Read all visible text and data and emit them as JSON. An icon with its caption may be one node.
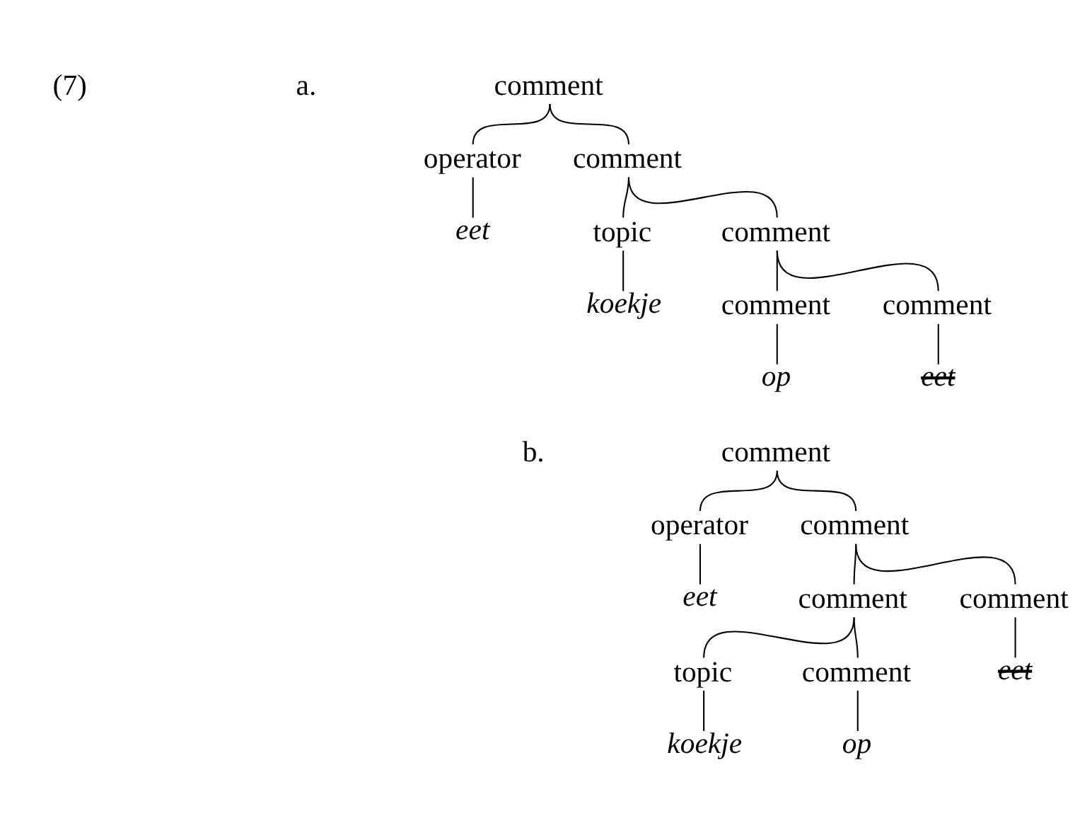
{
  "diagram": {
    "nodes": [
      {
        "text": [
          "comment"
        ]
      },
      {
        "text": [
          "operator"
        ]
      },
      {
        "text": [
          "comment"
        ]
      },
      {
        "text": [
          "eet"
        ]
      },
      {
        "text": [
          "topic"
        ]
      },
      {
        "text": [
          "comment"
        ]
      },
      {
        "text": [
          "koekje"
        ]
      },
      {
        "text": [
          "comment"
        ]
      },
      {
        "text": [
          "comment"
        ]
      },
      {
        "text": [
          "op"
        ]
      },
      {
        "text": [
          "eet"
        ]
      },
      {
        "text": [
          "comment"
        ]
      },
      {
        "text": [
          "operator"
        ]
      },
      {
        "text": [
          "comment"
        ]
      },
      {
        "text": [
          "eet"
        ]
      },
      {
        "text": [
          "comment"
        ]
      },
      {
        "text": [
          "comment"
        ]
      },
      {
        "text": [
          "topic"
        ]
      },
      {
        "text": [
          "comment"
        ]
      },
      {
        "text": [
          "eet"
        ]
      },
      {
        "text": [
          "koekje"
        ]
      },
      {
        "text": [
          "op"
        ]
      }
    ],
    "edges": [
      {
        "from": 0,
        "to": 1,
        "arrow": "none"
      },
      {
        "from": 0,
        "to": 2,
        "arrow": "none"
      },
      {
        "from": 1,
        "to": 3,
        "arrow": "none"
      },
      {
        "from": 2,
        "to": 4,
        "arrow": "none"
      },
      {
        "from": 2,
        "to": 5,
        "arrow": "none"
      },
      {
        "from": 4,
        "to": 6,
        "arrow": "none"
      },
      {
        "from": 5,
        "to": 7,
        "arrow": "none"
      },
      {
        "from": 5,
        "to": 8,
        "arrow": "none"
      },
      {
        "from": 7,
        "to": 9,
        "arrow": "none"
      },
      {
        "from": 8,
        "to": 10,
        "arrow": "none"
      },
      {
        "from": 11,
        "to": 12,
        "arrow": "none"
      },
      {
        "from": 11,
        "to": 13,
        "arrow": "none"
      },
      {
        "from": 12,
        "to": 14,
        "arrow": "none"
      },
      {
        "from": 13,
        "to": 15,
        "arrow": "none"
      },
      {
        "from": 13,
        "to": 16,
        "arrow": "none"
      },
      {
        "from": 15,
        "to": 17,
        "arrow": "none"
      },
      {
        "from": 15,
        "to": 18,
        "arrow": "none"
      },
      {
        "from": 16,
        "to": 19,
        "arrow": "none"
      },
      {
        "from": 17,
        "to": 20,
        "arrow": "none"
      },
      {
        "from": 18,
        "to": 21,
        "arrow": "none"
      }
    ],
    "labels": [
      "(7)",
      "a.",
      "b."
    ]
  }
}
